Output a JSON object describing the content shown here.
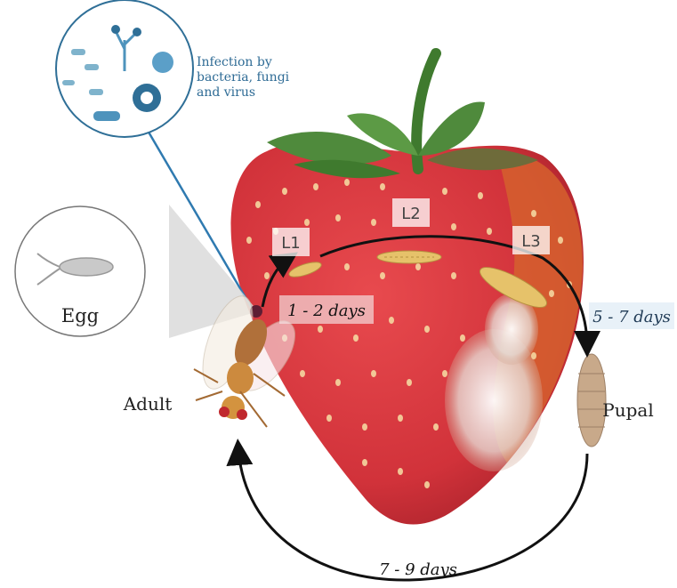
{
  "infection": {
    "line1": "Infection by",
    "line2": "bacteria, fungi",
    "line3": "and virus"
  },
  "egg_label": "Egg",
  "adult_label": "Adult",
  "pupal_label": "Pupal",
  "stages": {
    "l1": "L1",
    "l2": "L2",
    "l3": "L3"
  },
  "durations": {
    "egg_to_larva": "1 - 2 days",
    "larva_to_pupa": "5 - 7 days",
    "pupa_to_adult": "7 - 9 days"
  },
  "colors": {
    "strawberry": "#d8363c",
    "leaf": "#4f8a3c",
    "infection_text": "#2e6b95",
    "arrow": "#111111"
  }
}
